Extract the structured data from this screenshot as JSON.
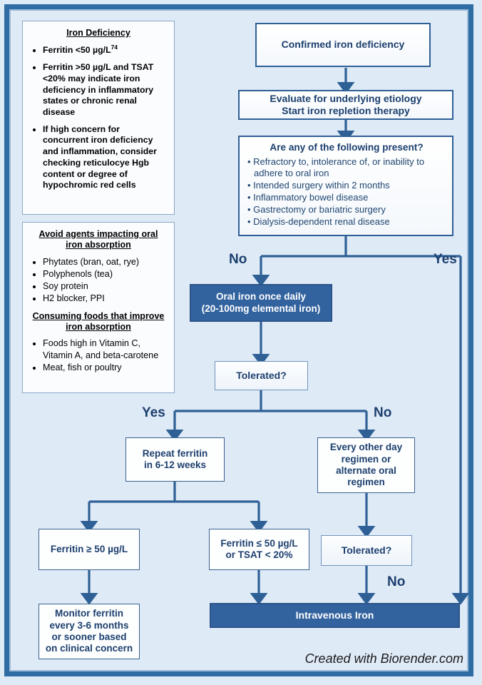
{
  "theme": {
    "frame_color": "#2e6ca4",
    "canvas_bg": "#dfeaf7",
    "box_border": "#2e5f96",
    "box_text": "#1c3f6e",
    "accent_fill": "#33639f",
    "accent_text": "#ffffff",
    "connector": "#2e6096"
  },
  "info_panels": [
    {
      "heading": "Iron Deficiency",
      "items": [
        "Ferritin <50 µg/L",
        "Ferritin >50 µg/L and TSAT <20% may indicate iron deficiency in inflammatory states or chronic renal disease",
        "If high concern for concurrent iron deficiency and inflammation, consider checking reticulocye Hgb content or degree of hypochromic red cells"
      ],
      "superscript": "74"
    },
    {
      "heading_a": "Avoid agents impacting oral iron absorption",
      "items_a": [
        "Phytates (bran, oat, rye)",
        "Polyphenols (tea)",
        "Soy protein",
        "H2 blocker, PPI"
      ],
      "heading_b": "Consuming foods that improve iron absorption",
      "items_b": [
        "Foods high in Vitamin C, Vitamin A, and beta-carotene",
        "Meat, fish or poultry"
      ]
    }
  ],
  "flow": {
    "start": "Confirmed iron deficiency",
    "evaluate": "Evaluate for underlying etiology\nStart iron repletion therapy",
    "criteria": {
      "title": "Are any of the following present?",
      "items": [
        "Refractory to, intolerance of, or inability to adhere to oral iron",
        "Intended surgery within 2 months",
        "Inflammatory bowel disease",
        "Gastrectomy or bariatric surgery",
        "Dialysis-dependent renal disease"
      ]
    },
    "oral_iron": "Oral iron once daily\n(20-100mg elemental iron)",
    "tolerated_1": "Tolerated?",
    "repeat_ferritin": "Repeat ferritin\nin 6-12 weeks",
    "every_other_day": "Every other day\nregimen or\nalternate oral\nregimen",
    "ferritin_high": "Ferritin ≥ 50 µg/L",
    "ferritin_low": "Ferritin ≤ 50 µg/L\nor TSAT < 20%",
    "tolerated_2": "Tolerated?",
    "monitor": "Monitor ferritin\nevery 3-6 months\nor sooner based\non clinical concern",
    "iv_iron": "Intravenous Iron"
  },
  "branch_labels": {
    "criteria_no": "No",
    "criteria_yes": "Yes",
    "tolerated1_yes": "Yes",
    "tolerated1_no": "No",
    "tolerated2_no": "No"
  },
  "credit": "Created with Biorender.com"
}
